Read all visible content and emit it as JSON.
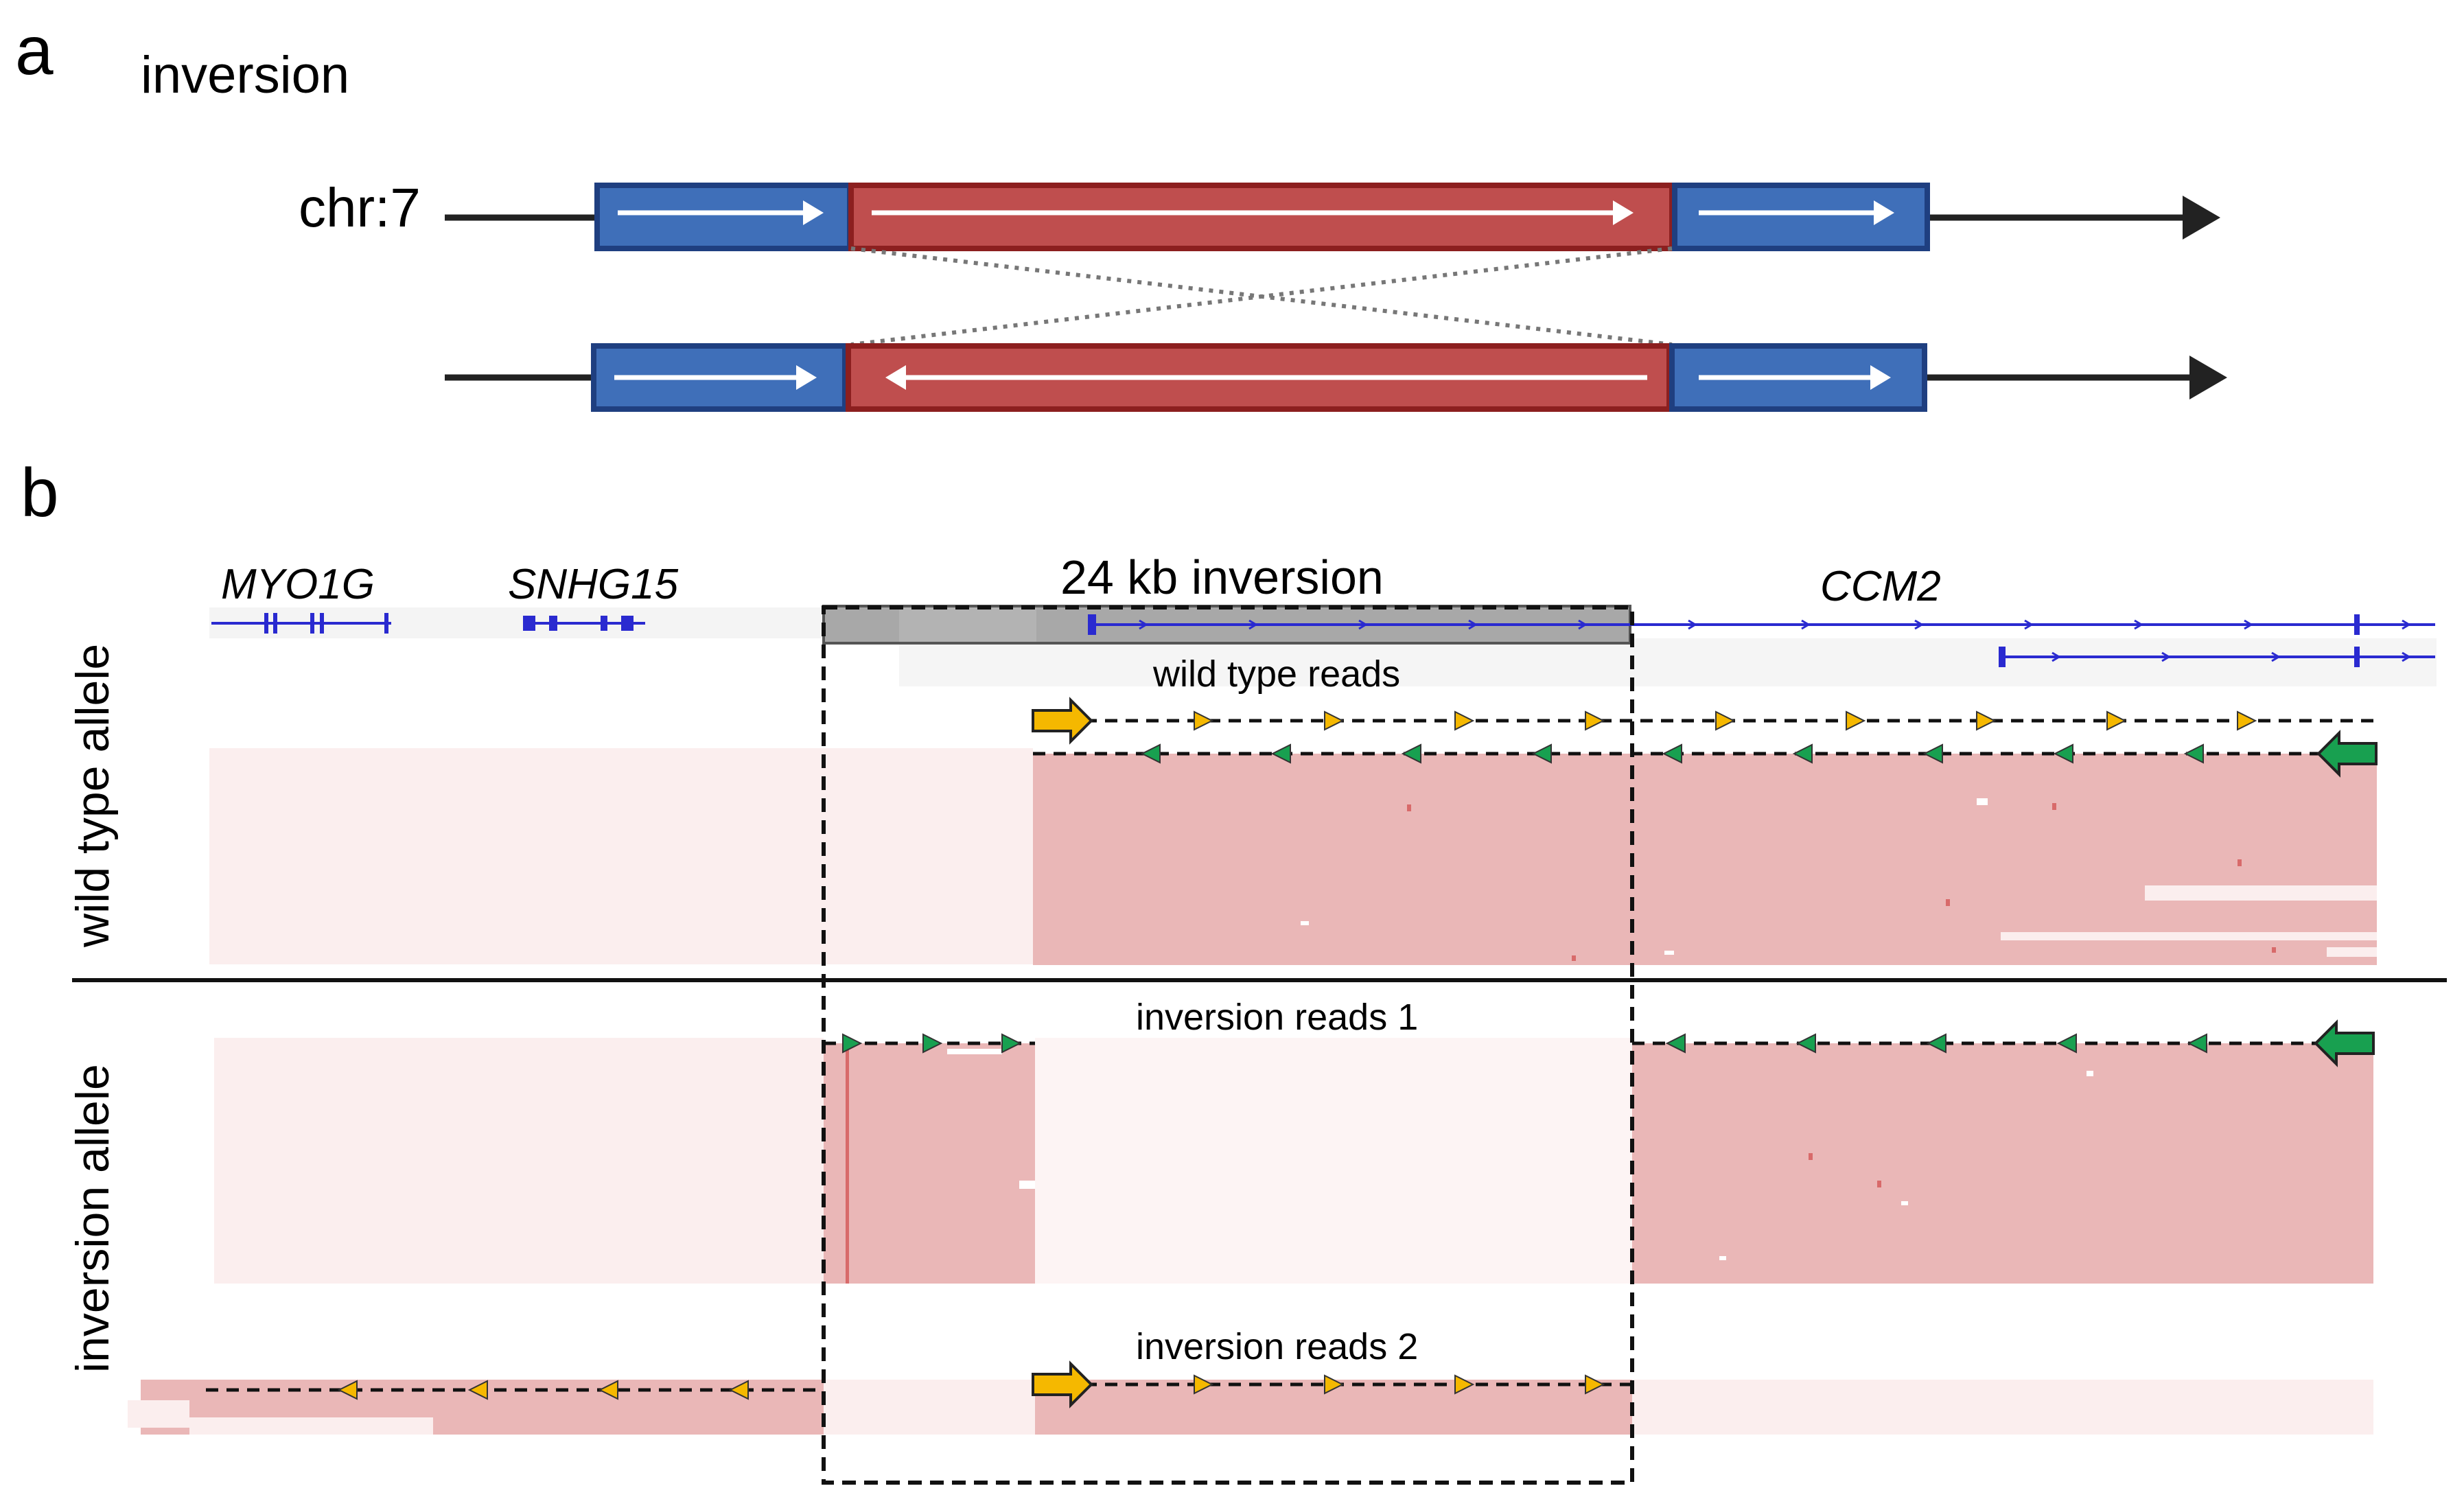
{
  "panel_a": {
    "panel_label": "a",
    "title": "inversion",
    "chrom_label": "chr:7"
  },
  "panel_b": {
    "panel_label": "b",
    "genes": [
      "MYO1G",
      "SNHG15",
      "CCM2"
    ],
    "region_label": "24 kb inversion",
    "row_labels": [
      "wild type allele",
      "inversion allele"
    ],
    "read_labels": {
      "wild_type": "wild type reads",
      "inversion_1": "inversion reads 1",
      "inversion_2": "inversion reads 2"
    }
  },
  "colors": {
    "flank_blue": "#3f6fb9",
    "flank_blue_border": "#1f3f80",
    "inv_red": "#bf4e4e",
    "inv_red_border": "#8c1f1f",
    "coverage_pink": "#eab7b7",
    "coverage_faint": "#fbeeee",
    "gene_blue": "#2a2ad0",
    "arrow_orange": "#f5b800",
    "arrow_green": "#18a050"
  }
}
